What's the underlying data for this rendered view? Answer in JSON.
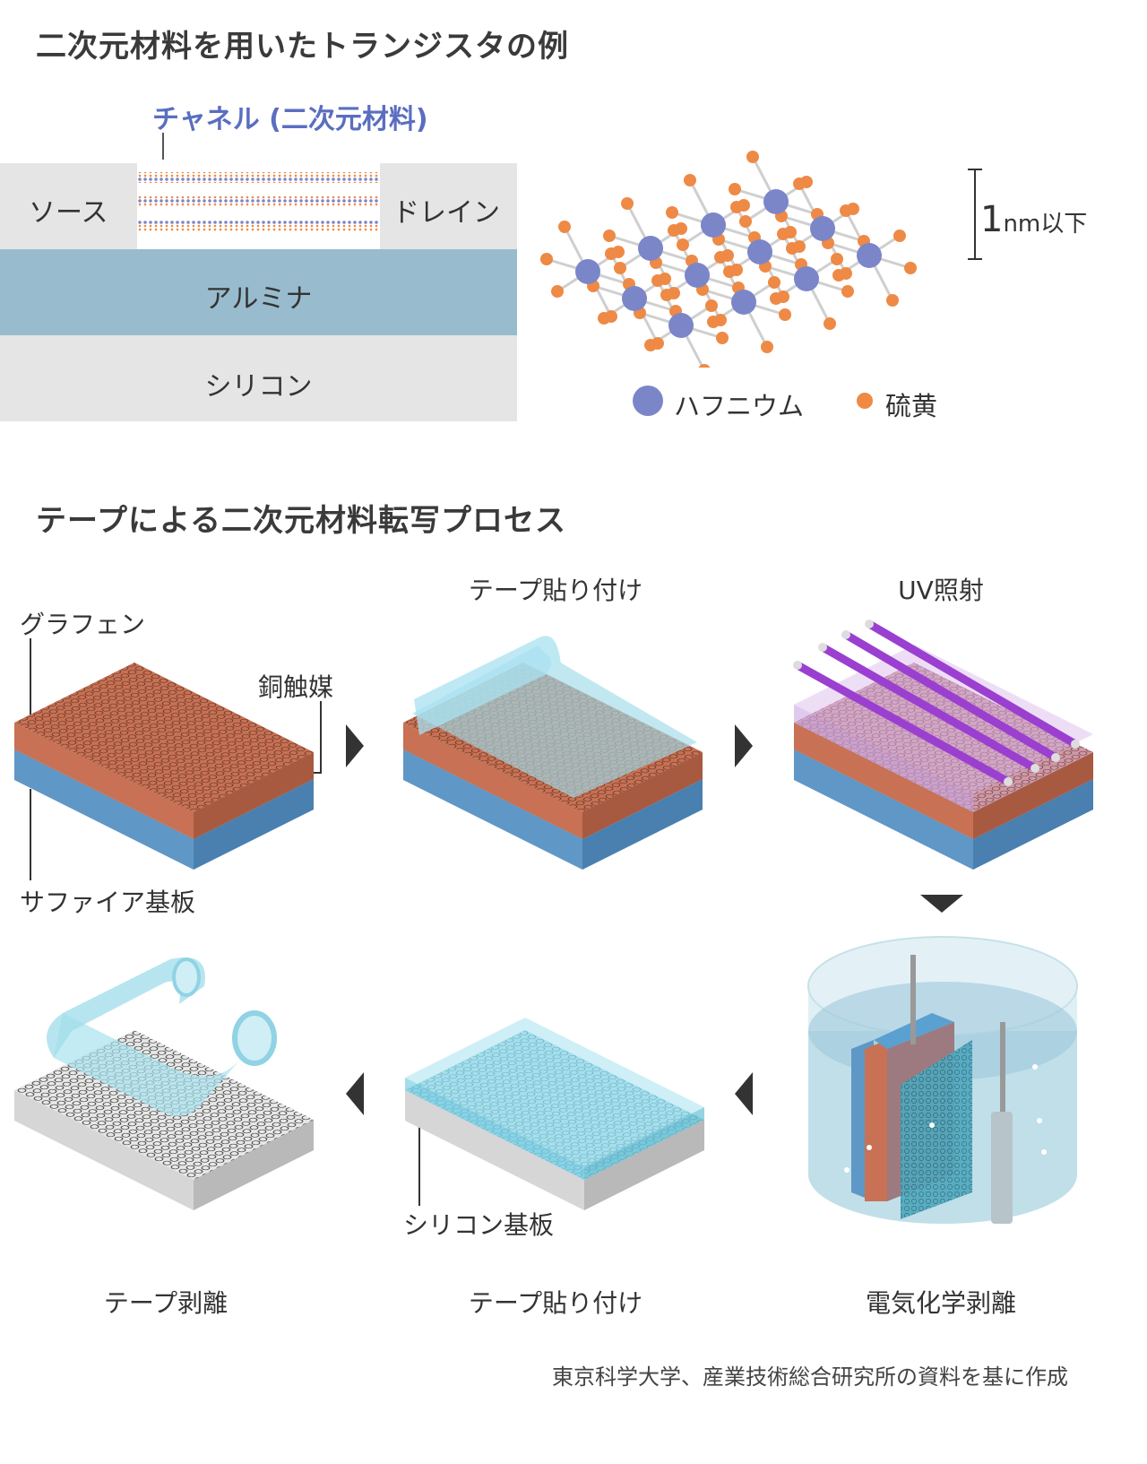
{
  "section1": {
    "title": "二次元材料を用いたトランジスタの例",
    "channel_label": "チャネル (二次元材料)",
    "source_label": "ソース",
    "drain_label": "ドレイン",
    "alumina_label": "アルミナ",
    "silicon_label": "シリコン",
    "thickness_label_num": "1",
    "thickness_label_unit": "nm以下",
    "legend": [
      {
        "label": "ハフニウム",
        "color": "#7b86c9"
      },
      {
        "label": "硫黄",
        "color": "#ee8a45"
      }
    ]
  },
  "section2": {
    "title": "テープによる二次元材料転写プロセス",
    "labels": {
      "graphene": "グラフェン",
      "copper": "銅触媒",
      "sapphire": "サファイア基板",
      "silicon_substrate": "シリコン基板"
    },
    "steps": {
      "tape_attach_1": "テープ貼り付け",
      "uv": "UV照射",
      "electrochemical": "電気化学剥離",
      "tape_attach_2": "テープ貼り付け",
      "tape_peel": "テープ剥離"
    }
  },
  "source_note": "東京科学大学、産業技術総合研究所の資料を基に作成",
  "colors": {
    "hafnium": "#7b86c9",
    "sulfur": "#ee8a45",
    "alumina": "#98bccd",
    "gray_block": "#e5e5e5",
    "copper_top": "#c87154",
    "sapphire": "#5f97c6",
    "tape": "#a8e2f0",
    "uv": "#9b3fd0",
    "channel_text": "#5a6ec0"
  }
}
